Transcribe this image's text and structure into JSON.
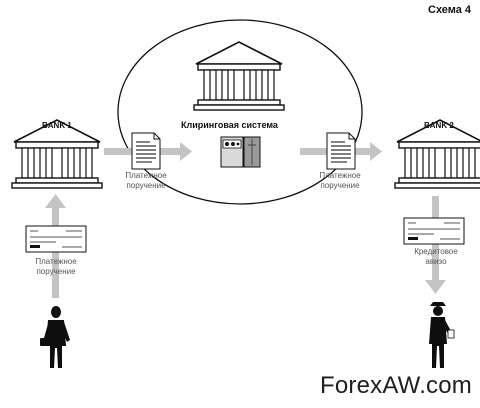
{
  "title": "Схема 4",
  "bank1": {
    "label": "BANK 1"
  },
  "bank2": {
    "label": "BANK 2"
  },
  "clearing": {
    "label": "Клиринговая система"
  },
  "doc_left": {
    "line1": "Платежное",
    "line2": "поручение"
  },
  "doc_right": {
    "line1": "Платежное",
    "line2": "поручение"
  },
  "doc_payer": {
    "line1": "Платежное",
    "line2": "поручение"
  },
  "doc_payee": {
    "line1": "Кредитовое",
    "line2": "авизо"
  },
  "watermark": "ForexAW.com",
  "colors": {
    "arrow": "#c4c4c4",
    "line": "#1a1a1a",
    "text": "#222222"
  }
}
